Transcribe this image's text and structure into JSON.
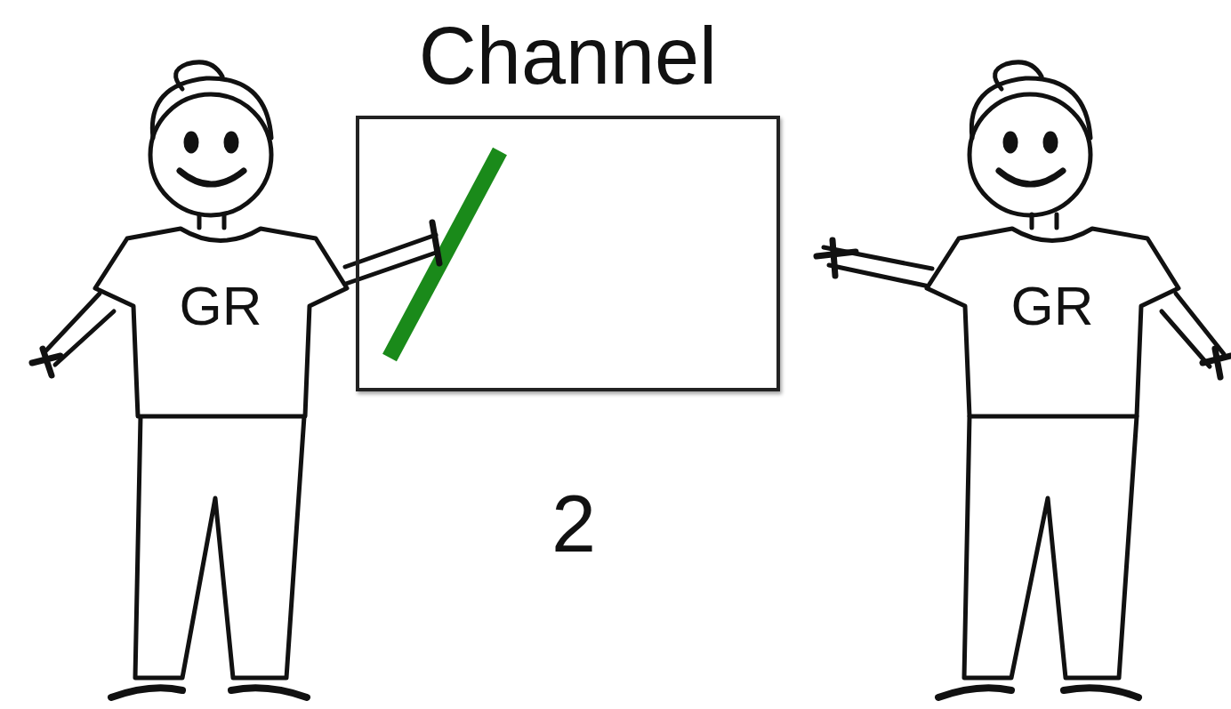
{
  "diagram": {
    "nodes": [
      {
        "text": [
          "GR"
        ]
      },
      {
        "text": [
          "Channel"
        ]
      },
      {
        "text": [
          "GR"
        ]
      }
    ],
    "labels": [
      "2"
    ]
  }
}
